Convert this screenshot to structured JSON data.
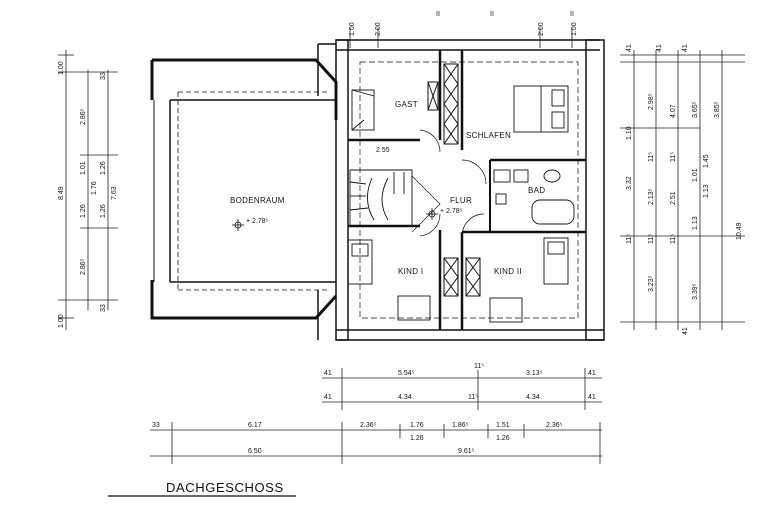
{
  "title": "DACHGESCHOSS",
  "rooms": {
    "bodenraum": "BODENRAUM",
    "gast": "GAST",
    "schlafen": "SCHLAFEN",
    "flur": "FLUR",
    "bad": "BAD",
    "kind1": "KIND I",
    "kind2": "KIND II"
  },
  "levels": {
    "bodenraum": "+ 2.78⁵",
    "flur": "+ 2.78⁵"
  },
  "top_dims": [
    "1.00",
    "2.00",
    "2.00",
    "1.00"
  ],
  "top_marks": [
    "II",
    "II",
    "II"
  ],
  "left_outer": [
    "1.00",
    "8.49",
    "1.00"
  ],
  "left_middle": [
    "2.86⁵",
    "1.01",
    "1.26",
    "2.86⁵"
  ],
  "left_inner": [
    "33",
    "1.26",
    "1.76",
    "1.26",
    "7.63",
    "33"
  ],
  "right_col1": [
    "3.32",
    "1.10",
    "11⁵"
  ],
  "right_col2": [
    "2.98⁵",
    "11⁵",
    "2.13⁵",
    "11⁵",
    "3.23⁵"
  ],
  "right_col3": [
    "4.07",
    "11⁵",
    "2.51",
    "11⁵"
  ],
  "right_col4": [
    "3.65⁵",
    "1.01",
    "1.45",
    "1.13",
    "1.13",
    "3.39⁵"
  ],
  "right_col5": [
    "3.85⁵",
    "10.49"
  ],
  "right_ticks": [
    "41",
    "41",
    "41",
    "41"
  ],
  "bottom_row1": [
    "41",
    "5.54⁵",
    "11⁵",
    "3.13⁵",
    "41"
  ],
  "bottom_row2": [
    "41",
    "4.34",
    "11⁵",
    "4.34",
    "41"
  ],
  "bottom_row3": [
    "33",
    "6.17",
    "2.36⁵",
    "1.76",
    "1.86⁵",
    "1.51",
    "2.36⁵"
  ],
  "bottom_row3_sub": [
    "1.26",
    "1.26"
  ],
  "bottom_row4": [
    "6.50",
    "9.61⁵"
  ]
}
